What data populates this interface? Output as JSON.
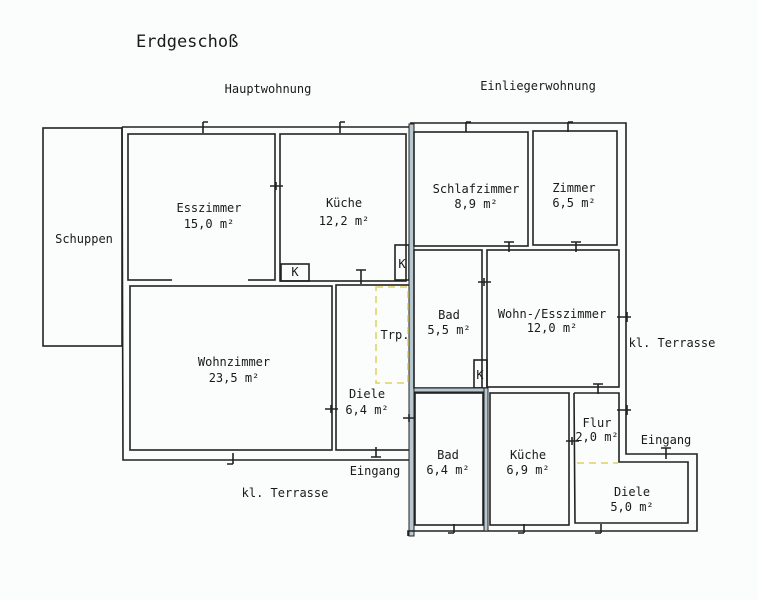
{
  "title": "Erdgeschoß",
  "sections": {
    "main": "Hauptwohnung",
    "annex": "Einliegerwohnung"
  },
  "rooms": {
    "schuppen": {
      "name": "Schuppen"
    },
    "esszimmer": {
      "name": "Esszimmer",
      "area": "15,0 m²"
    },
    "kueche1": {
      "name": "Küche",
      "area": "12,2 m²"
    },
    "wohnzimmer": {
      "name": "Wohnzimmer",
      "area": "23,5 m²"
    },
    "diele1": {
      "name": "Diele",
      "area": "6,4 m²"
    },
    "treppe": {
      "name": "Trp."
    },
    "schlafzimmer": {
      "name": "Schlafzimmer",
      "area": "8,9 m²"
    },
    "zimmer": {
      "name": "Zimmer",
      "area": "6,5 m²"
    },
    "bad1": {
      "name": "Bad",
      "area": "5,5 m²"
    },
    "wohnesszimmer": {
      "name": "Wohn-/Esszimmer",
      "area": "12,0 m²"
    },
    "bad2": {
      "name": "Bad",
      "area": "6,4 m²"
    },
    "kueche2": {
      "name": "Küche",
      "area": "6,9 m²"
    },
    "flur": {
      "name": "Flur",
      "area": "2,0 m²"
    },
    "diele2": {
      "name": "Diele",
      "area": "5,0 m²"
    }
  },
  "chimney_label": "K",
  "outside": {
    "terrace_main": "kl. Terrasse",
    "entrance_main": "Eingang",
    "terrace_annex": "kl. Terrasse",
    "entrance_annex": "Eingang"
  }
}
